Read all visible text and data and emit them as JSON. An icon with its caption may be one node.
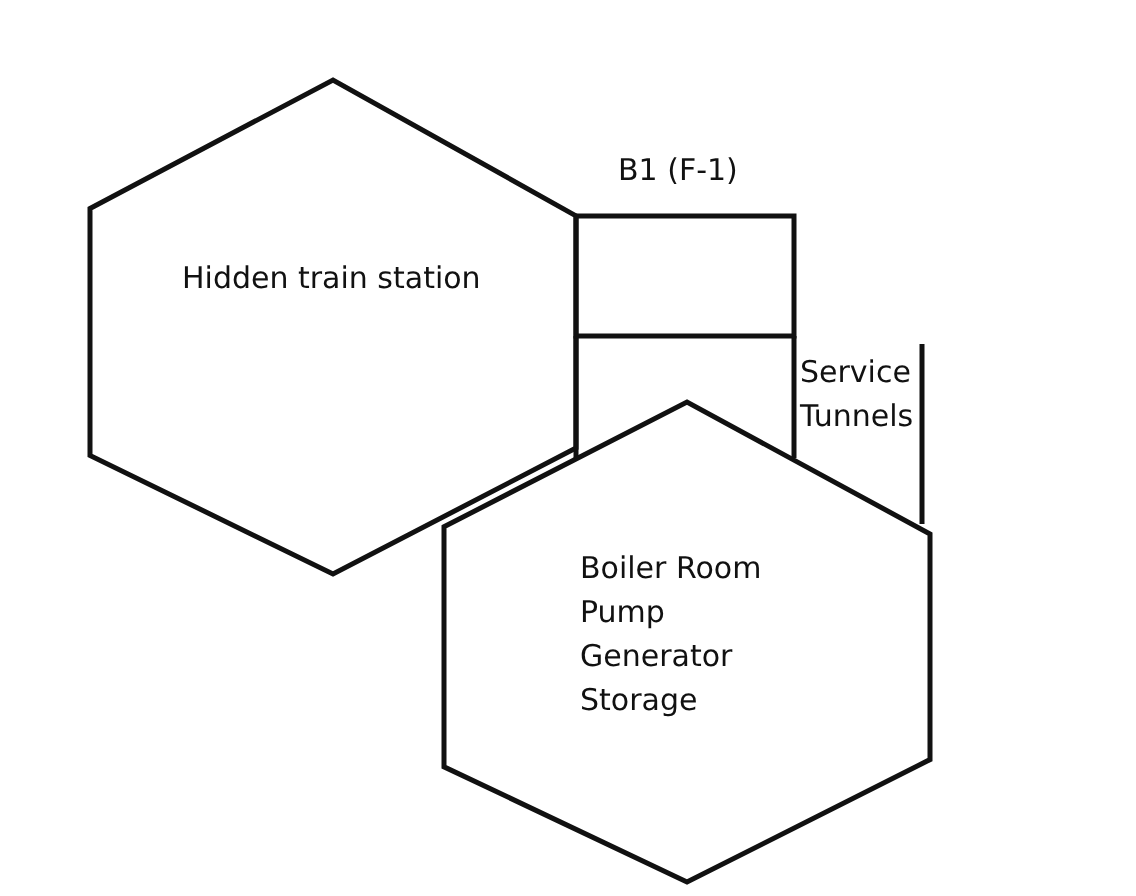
{
  "diagram": {
    "nodes": [
      {
        "text": [
          "Hidden train station"
        ]
      },
      {
        "text": [
          "B1 (F-1)"
        ]
      },
      {
        "text": [
          "Boiler Room",
          "Pump",
          "Generator",
          "Storage"
        ]
      }
    ],
    "labels": [
      "Service Tunnels"
    ]
  }
}
